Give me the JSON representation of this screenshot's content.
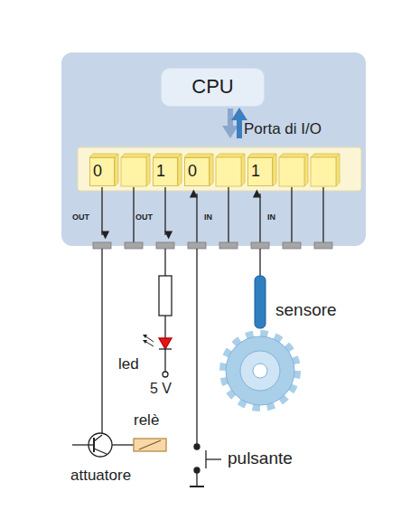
{
  "diagram": {
    "nodes": [
      {
        "text": [
          "CPU"
        ]
      },
      {
        "text": [
          "0"
        ]
      },
      {
        "text": [
          "1"
        ]
      },
      {
        "text": [
          "0"
        ]
      },
      {
        "text": [
          "1"
        ]
      }
    ],
    "labels": [
      "Porta di I/O",
      "OUT",
      "OUT",
      "IN",
      "IN",
      "sensore",
      "led",
      "5 V",
      "relè",
      "pulsante",
      "attuatore"
    ]
  }
}
